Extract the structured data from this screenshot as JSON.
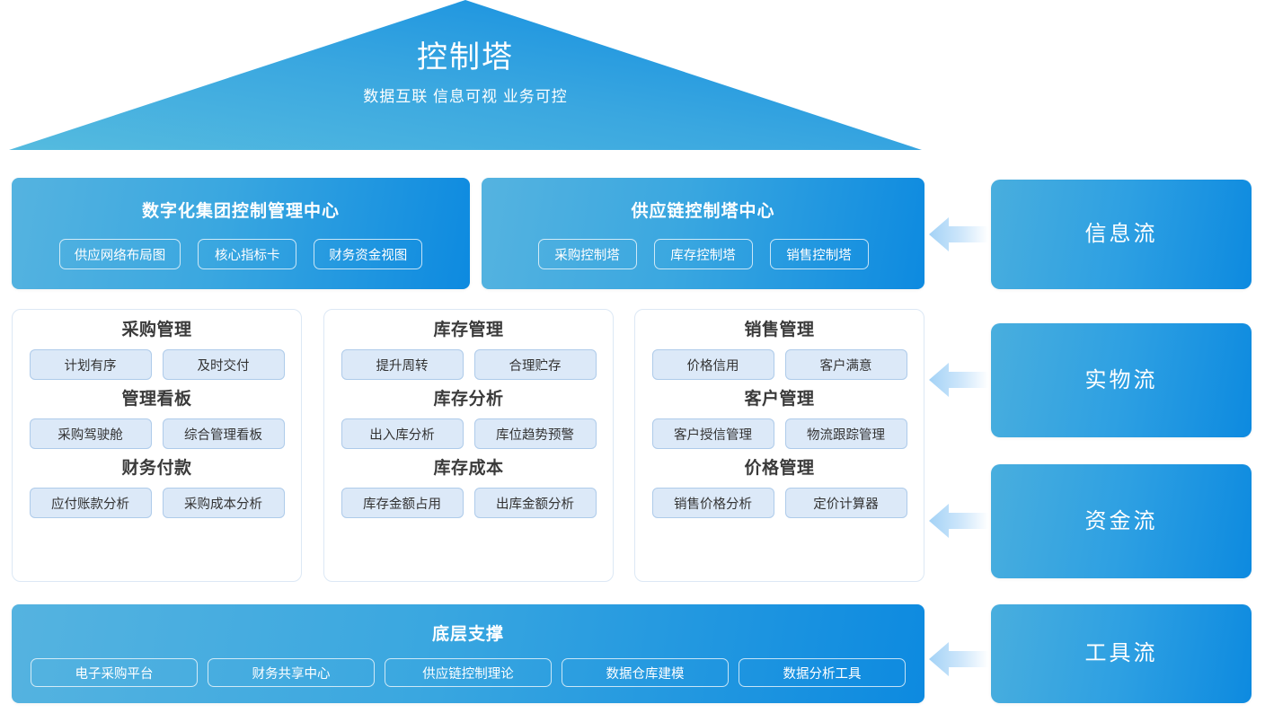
{
  "roof": {
    "title": "控制塔",
    "subtitle": "数据互联  信息可视  业务可控"
  },
  "top_panels": [
    {
      "title": "数字化集团控制管理中心",
      "pills": [
        "供应网络布局图",
        "核心指标卡",
        "财务资金视图"
      ]
    },
    {
      "title": "供应链控制塔中心",
      "pills": [
        "采购控制塔",
        "库存控制塔",
        "销售控制塔"
      ]
    }
  ],
  "cards": [
    {
      "sections": [
        {
          "title": "采购管理",
          "pills": [
            "计划有序",
            "及时交付"
          ]
        },
        {
          "title": "管理看板",
          "pills": [
            "采购驾驶舱",
            "综合管理看板"
          ]
        },
        {
          "title": "财务付款",
          "pills": [
            "应付账款分析",
            "采购成本分析"
          ]
        }
      ]
    },
    {
      "sections": [
        {
          "title": "库存管理",
          "pills": [
            "提升周转",
            "合理贮存"
          ]
        },
        {
          "title": "库存分析",
          "pills": [
            "出入库分析",
            "库位趋势预警"
          ]
        },
        {
          "title": "库存成本",
          "pills": [
            "库存金额占用",
            "出库金额分析"
          ]
        }
      ]
    },
    {
      "sections": [
        {
          "title": "销售管理",
          "pills": [
            "价格信用",
            "客户满意"
          ]
        },
        {
          "title": "客户管理",
          "pills": [
            "客户授信管理",
            "物流跟踪管理"
          ]
        },
        {
          "title": "价格管理",
          "pills": [
            "销售价格分析",
            "定价计算器"
          ]
        }
      ]
    }
  ],
  "foundation": {
    "title": "底层支撑",
    "pills": [
      "电子采购平台",
      "财务共享中心",
      "供应链控制理论",
      "数据仓库建模",
      "数据分析工具"
    ]
  },
  "flows": [
    {
      "label": "信息流"
    },
    {
      "label": "实物流"
    },
    {
      "label": "资金流"
    },
    {
      "label": "工具流"
    }
  ],
  "colors": {
    "blue_light": "#55b3e0",
    "blue_dark": "#0d8ae0",
    "pill_soft_fill": "#dce9f8",
    "pill_soft_border": "#aecbea",
    "card_border": "#dce8f5",
    "arrow_tip": "#a8d4f5",
    "text_dark": "#333333",
    "text_white": "#ffffff"
  }
}
